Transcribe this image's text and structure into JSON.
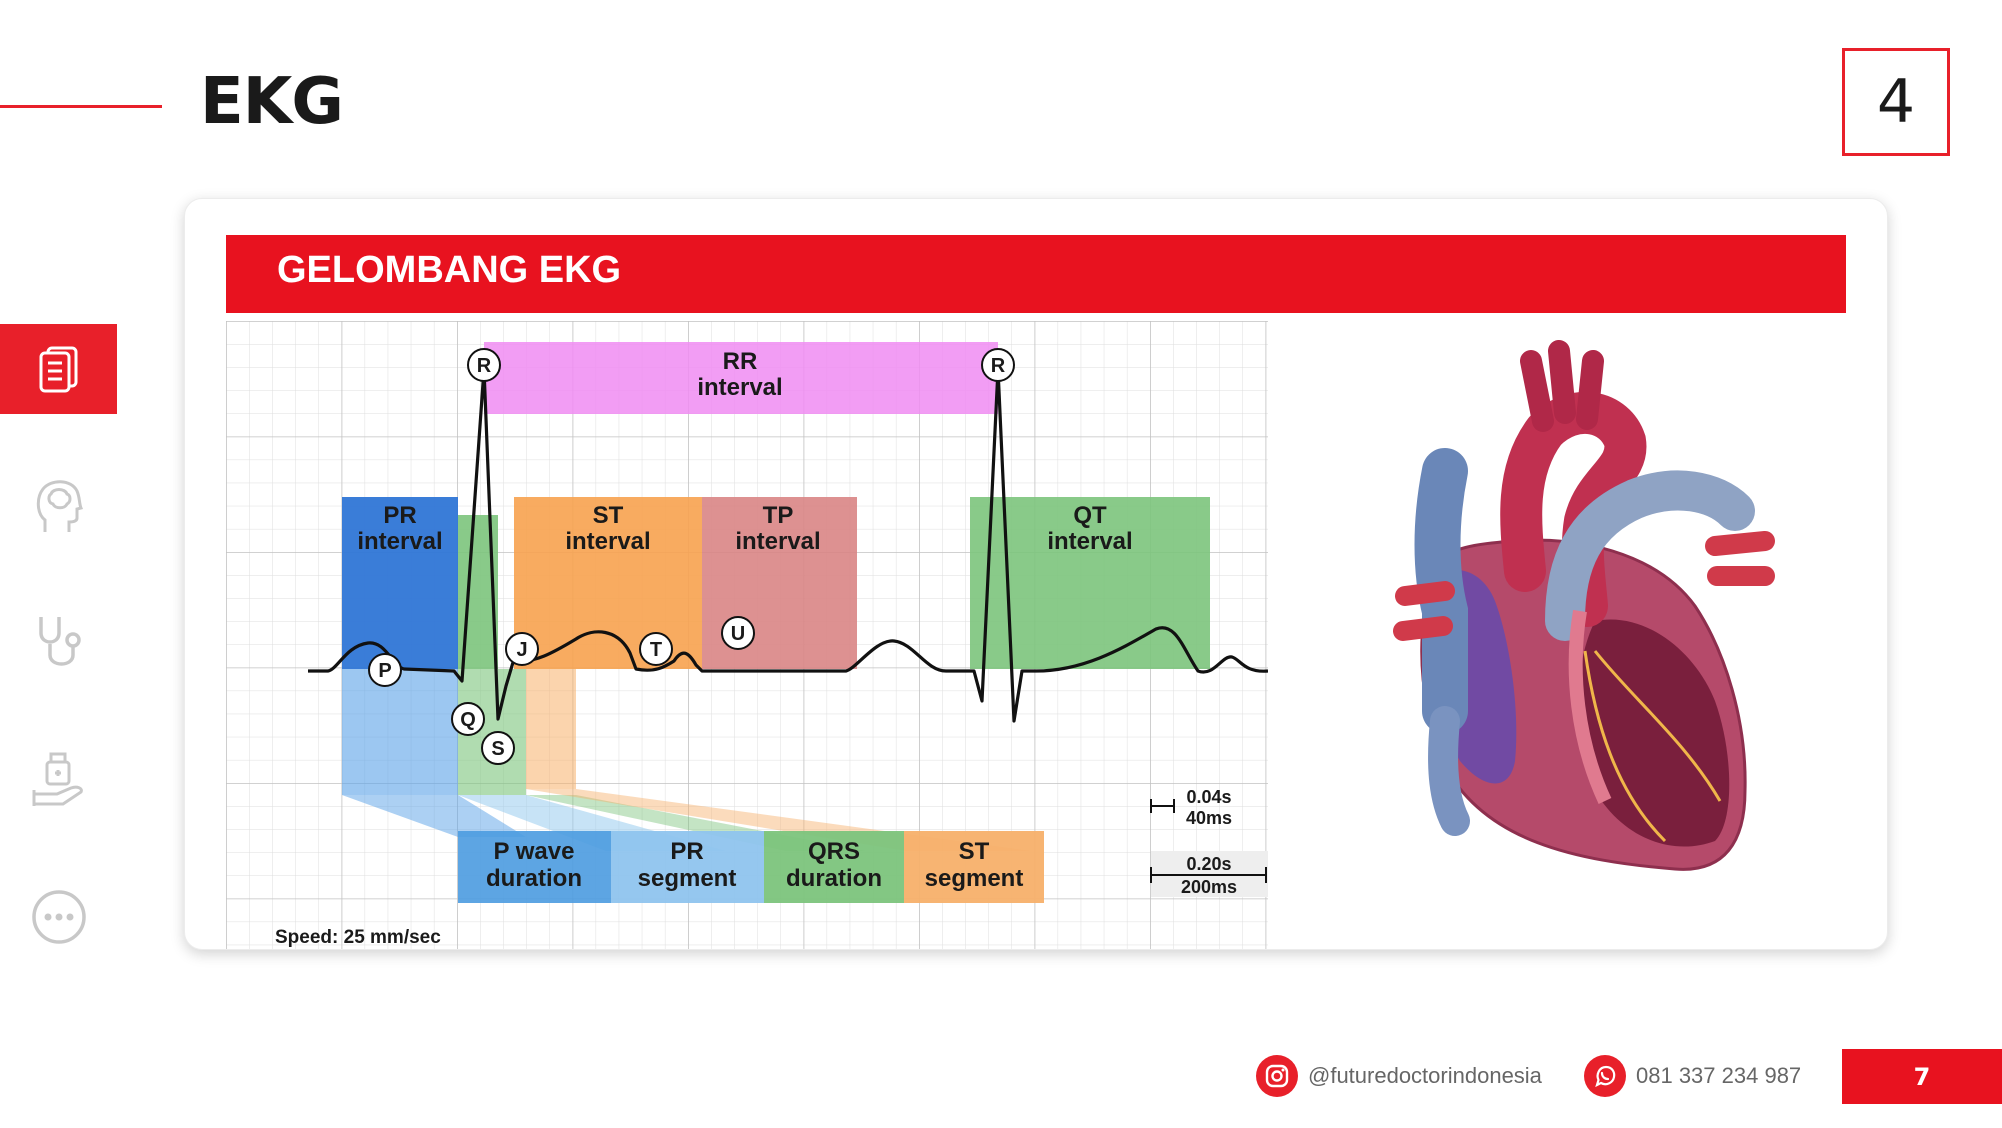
{
  "header": {
    "title": "EKG",
    "section_number": "4"
  },
  "sidebar": {
    "items": [
      {
        "icon": "document-icon",
        "active": true
      },
      {
        "icon": "head-brain-icon",
        "active": false
      },
      {
        "icon": "stethoscope-icon",
        "active": false
      },
      {
        "icon": "hand-medicine-icon",
        "active": false
      },
      {
        "icon": "more-icon",
        "active": false
      }
    ]
  },
  "card": {
    "title": "GELOMBANG EKG",
    "diagram": {
      "wave_labels": [
        "R",
        "R",
        "P",
        "Q",
        "S",
        "J",
        "T",
        "U"
      ],
      "intervals": {
        "rr": [
          "RR",
          "interval"
        ],
        "pr": [
          "PR",
          "interval"
        ],
        "st": [
          "ST",
          "interval"
        ],
        "tp": [
          "TP",
          "interval"
        ],
        "qt": [
          "QT",
          "interval"
        ]
      },
      "segments": {
        "p_wave": [
          "P wave",
          "duration"
        ],
        "pr_segment": [
          "PR",
          "segment"
        ],
        "qrs": [
          "QRS",
          "duration"
        ],
        "st_segment": [
          "ST",
          "segment"
        ]
      },
      "scale": {
        "small_box": [
          "0.04s",
          "40ms"
        ],
        "large_box": [
          "0.20s",
          "200ms"
        ]
      },
      "speed": "Speed: 25 mm/sec"
    }
  },
  "footer": {
    "instagram": "@futuredoctorindonesia",
    "whatsapp": "081 337 234 987",
    "page": "7"
  },
  "colors": {
    "accent": "#e8121f"
  }
}
